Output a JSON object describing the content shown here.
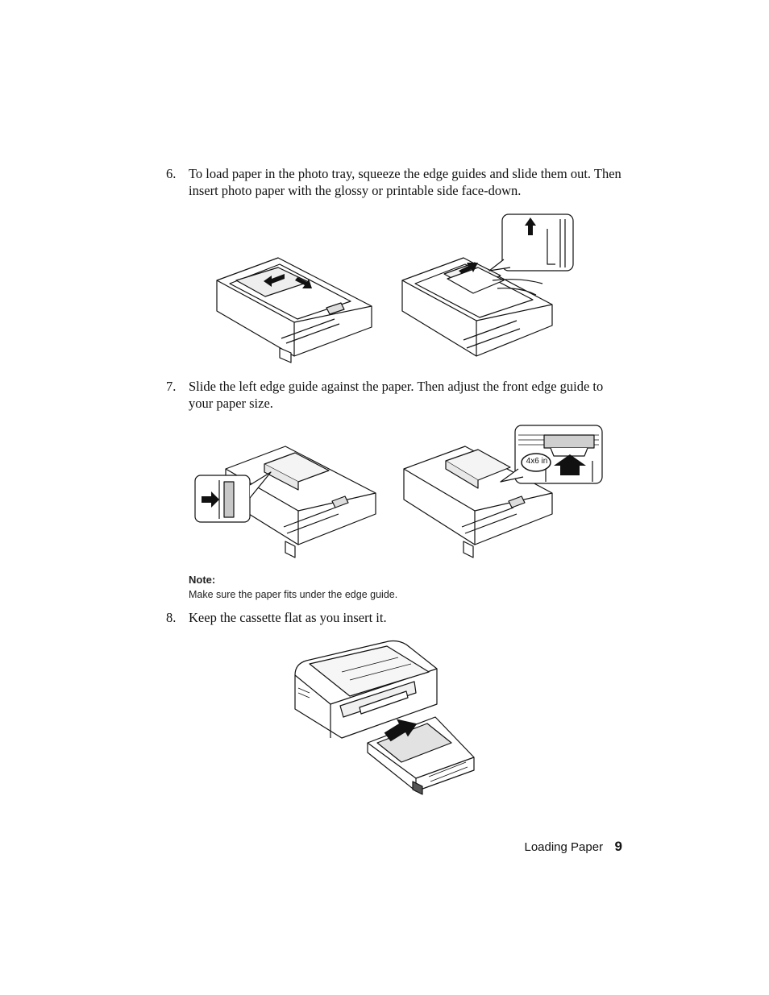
{
  "steps": [
    {
      "number": "6.",
      "text": "To load paper in the photo tray, squeeze the edge guides and slide them out. Then insert photo paper with the glossy or printable side face-down."
    },
    {
      "number": "7.",
      "text": "Slide the left edge guide against the paper. Then adjust the front edge guide to your paper size."
    },
    {
      "number": "8.",
      "text": "Keep the cassette flat as you insert it."
    }
  ],
  "note": {
    "title": "Note:",
    "body": "Make sure the paper fits under the edge guide."
  },
  "callout": {
    "size_label": "4x6 in"
  },
  "footer": {
    "section": "Loading Paper",
    "page": "9"
  },
  "icons": [
    "arrow-icon",
    "paper-cassette-illustration",
    "printer-illustration"
  ]
}
